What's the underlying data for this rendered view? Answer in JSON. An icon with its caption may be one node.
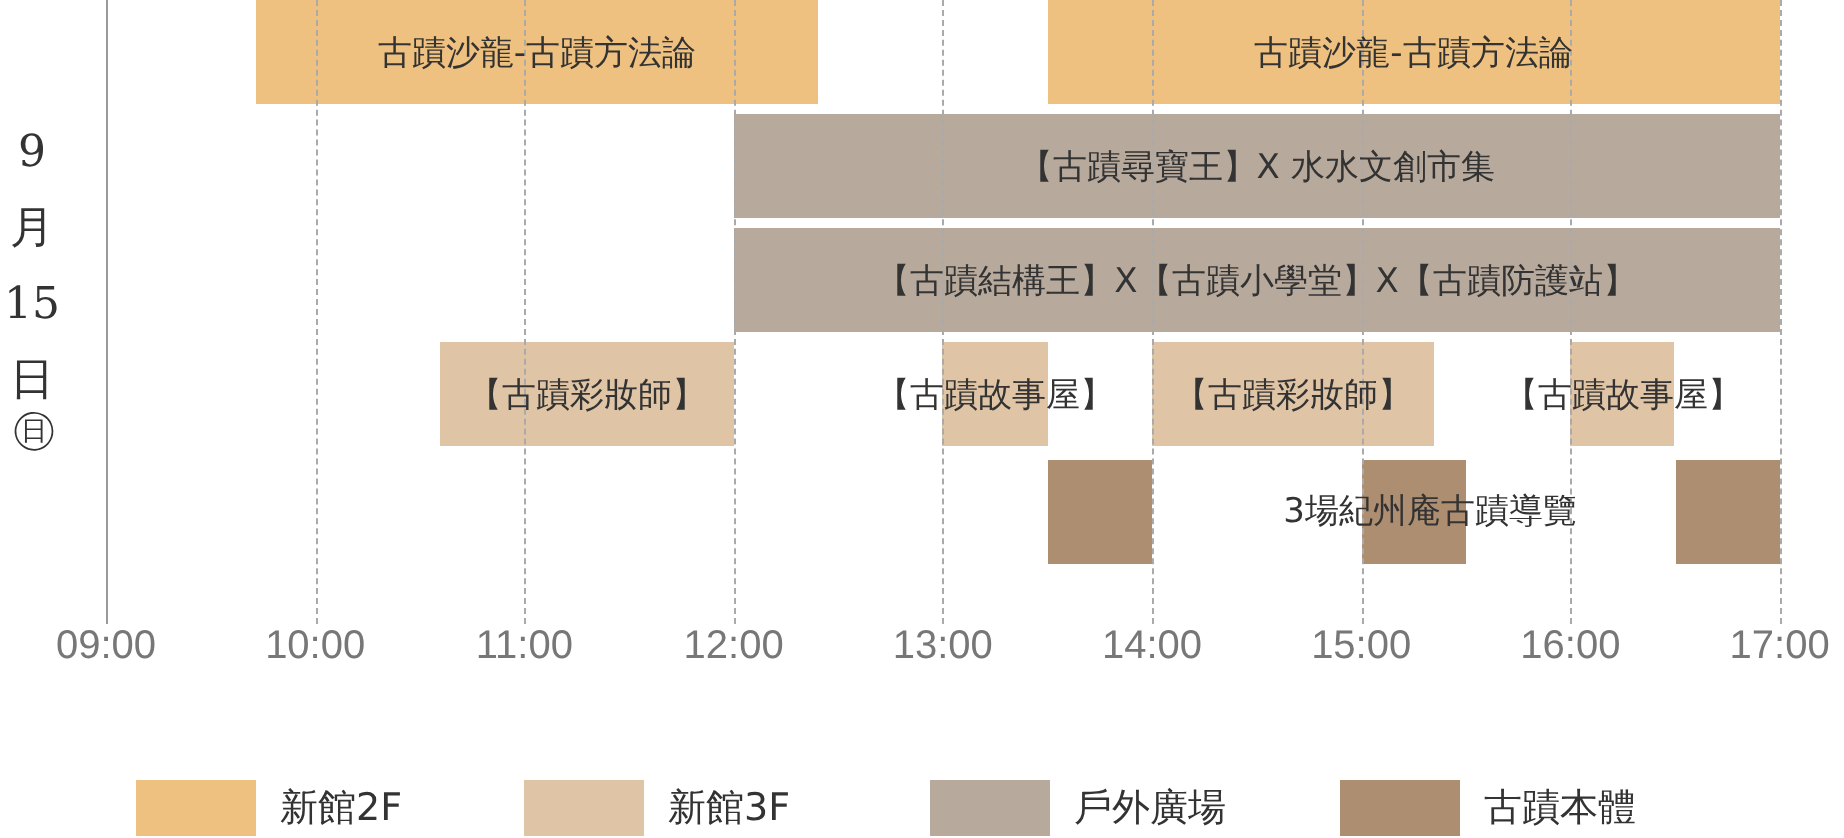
{
  "diagram": {
    "nodes": [
      {
        "text": [
          "古蹟沙龍-古蹟方法論"
        ]
      },
      {
        "text": [
          "古蹟沙龍-古蹟方法論"
        ]
      },
      {
        "text": [
          "【古蹟尋寶王】X 水水文創市集"
        ]
      },
      {
        "text": [
          "【古蹟結構王】X【古蹟小學堂】X【古蹟防護站】"
        ]
      },
      {
        "text": [
          "【古蹟彩妝師】"
        ]
      },
      {
        "text": [
          "【古蹟故事屋】"
        ]
      },
      {
        "text": [
          "【古蹟彩妝師】"
        ]
      },
      {
        "text": [
          "【古蹟故事屋】"
        ]
      },
      {
        "text": [],
        "shape": "bar"
      },
      {
        "text": [],
        "shape": "bar"
      },
      {
        "text": [],
        "shape": "bar"
      }
    ],
    "labels": [
      "9月15日",
      "㊐",
      "3場紀州庵古蹟導覽",
      "09:00",
      "10:00",
      "11:00",
      "12:00",
      "13:00",
      "14:00",
      "15:00",
      "16:00",
      "17:00"
    ],
    "legend": [
      {
        "text": "新館2F",
        "color": "#efc180"
      },
      {
        "text": "新館3F",
        "color": "#dfc5a6"
      },
      {
        "text": "戶外廣場",
        "color": "#b7aa9d"
      },
      {
        "text": "古蹟本體",
        "color": "#ae8e71"
      }
    ]
  }
}
